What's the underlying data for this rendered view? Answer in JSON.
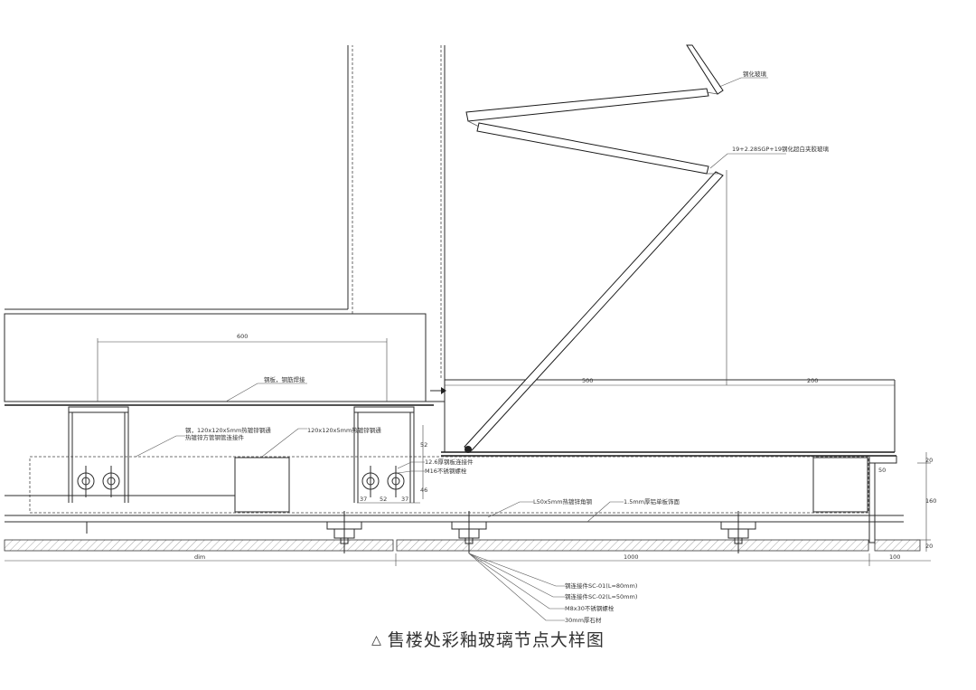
{
  "caption": {
    "marker": "△",
    "title": "售楼处彩釉玻璃节点大样图"
  },
  "dimensions": {
    "top_600": "600",
    "top_500": "500",
    "top_200": "200",
    "bottom_left": "dim",
    "bottom_1000": "1000",
    "bottom_100": "100",
    "mid_37a": "37",
    "mid_52": "52",
    "mid_37b": "37",
    "v_52": "52",
    "v_46": "46",
    "right_20": "20",
    "right_50": "50",
    "right_160": "160",
    "right_20b": "20"
  },
  "labels": {
    "glass_top": "钢化玻璃",
    "glass_spec": "19+2.28SGP+19钢化超白夹胶玻璃",
    "top_plate": "钢板，钢筋焊接",
    "tube_left_1": "钢，120x120x5mm热镀锌钢通",
    "tube_left_2": "热镀锌方管钢管连接件",
    "tube_mid": "120x120x5mm热镀锌钢通",
    "bolt_1": "12.6厚钢板连接件",
    "bolt_2": "M16不锈钢螺栓",
    "angle": "L50x5mm热镀锌角钢",
    "plate_15": "1.5mm厚铝单板饰面",
    "sc01": "钢连接件SC-01(L=80mm)",
    "sc02": "钢连接件SC-02(L=50mm)",
    "m8": "M8x30不锈钢螺栓",
    "mm30": "30mm厚石材"
  },
  "colors": {
    "line": "#2b2b2b",
    "text": "#333333"
  }
}
